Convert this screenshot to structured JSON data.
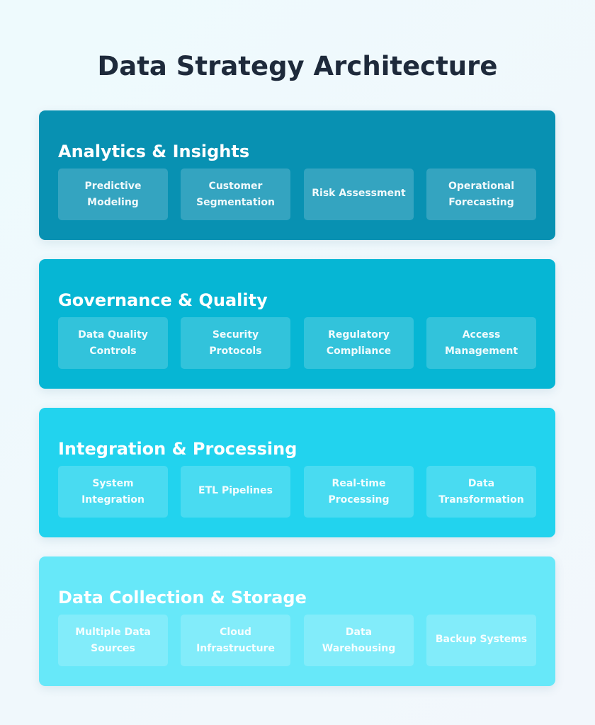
{
  "title": "Data Strategy Architecture",
  "colors": {
    "layer_1": "#0891b2",
    "layer_2": "#06b6d4",
    "layer_3": "#22d3ee",
    "layer_4": "#67e8f9",
    "title_text": "#1e2a3b"
  },
  "layers": [
    {
      "title": "Analytics & Insights",
      "items": [
        "Predictive\nModeling",
        "Customer\nSegmentation",
        "Risk Assessment",
        "Operational\nForecasting"
      ]
    },
    {
      "title": "Governance & Quality",
      "items": [
        "Data Quality\nControls",
        "Security\nProtocols",
        "Regulatory\nCompliance",
        "Access\nManagement"
      ]
    },
    {
      "title": "Integration & Processing",
      "items": [
        "System\nIntegration",
        "ETL Pipelines",
        "Real-time\nProcessing",
        "Data\nTransformation"
      ]
    },
    {
      "title": "Data Collection & Storage",
      "items": [
        "Multiple Data\nSources",
        "Cloud\nInfrastructure",
        "Data\nWarehousing",
        "Backup Systems"
      ]
    }
  ]
}
